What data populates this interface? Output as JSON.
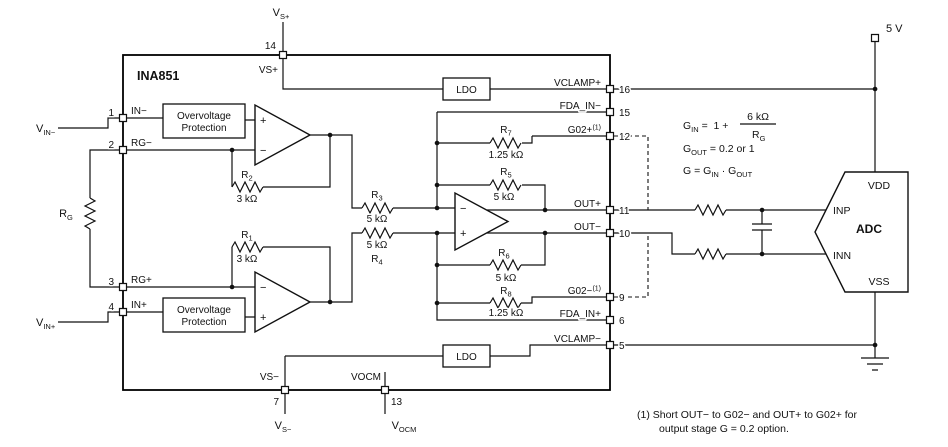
{
  "chip": {
    "name": "INA851",
    "ovp": {
      "line1": "Overvoltage",
      "line2": "Protection"
    },
    "ldo_label": "LDO",
    "signs": {
      "plus": "+",
      "minus": "−"
    },
    "resistors": {
      "r1": {
        "prefix": "R",
        "sub": "1",
        "value": "3 kΩ"
      },
      "r2": {
        "prefix": "R",
        "sub": "2",
        "value": "3 kΩ"
      },
      "r3": {
        "prefix": "R",
        "sub": "3",
        "value": "5 kΩ"
      },
      "r4": {
        "prefix": "R",
        "sub": "4",
        "value": "5 kΩ"
      },
      "r5": {
        "prefix": "R",
        "sub": "5",
        "value": "5 kΩ"
      },
      "r6": {
        "prefix": "R",
        "sub": "6",
        "value": "5 kΩ"
      },
      "r7": {
        "prefix": "R",
        "sub": "7",
        "value": "1.25 kΩ"
      },
      "r8": {
        "prefix": "R",
        "sub": "8",
        "value": "1.25 kΩ"
      }
    }
  },
  "pins": {
    "p1": {
      "num": "1",
      "name": "IN−"
    },
    "p2": {
      "num": "2",
      "name": "RG−"
    },
    "p3": {
      "num": "3",
      "name": "RG+"
    },
    "p4": {
      "num": "4",
      "name": "IN+"
    },
    "p5": {
      "num": "5",
      "name": "VCLAMP−"
    },
    "p6": {
      "num": "6",
      "name": "FDA_IN+"
    },
    "p7": {
      "num": "7",
      "name": "VS−"
    },
    "p9": {
      "num": "9",
      "name": "G02−",
      "sup": "(1)"
    },
    "p10": {
      "num": "10",
      "name": "OUT−"
    },
    "p11": {
      "num": "11",
      "name": "OUT+"
    },
    "p12": {
      "num": "12",
      "name": "G02+",
      "sup": "(1)"
    },
    "p13": {
      "num": "13",
      "name": "VOCM"
    },
    "p14": {
      "num": "14",
      "name": "VS+"
    },
    "p15": {
      "num": "15",
      "name": "FDA_IN−"
    },
    "p16": {
      "num": "16",
      "name": "VCLAMP+"
    }
  },
  "external": {
    "vin_minus": {
      "main": "V",
      "sub": "IN−"
    },
    "vin_plus": {
      "main": "V",
      "sub": "IN+"
    },
    "rg": {
      "main": "R",
      "sub": "G"
    },
    "vs_plus": {
      "main": "V",
      "sub": "S+"
    },
    "vs_minus": {
      "main": "V",
      "sub": "S−"
    },
    "vocm": {
      "main": "V",
      "sub": "OCM"
    },
    "supply": "5 V"
  },
  "adc": {
    "label": "ADC",
    "vdd": "VDD",
    "inp": "INP",
    "inn": "INN",
    "vss": "VSS"
  },
  "equations": {
    "gin": {
      "main": "G",
      "sub": "IN",
      "rest": " =  1 +"
    },
    "frac": {
      "num": "6 kΩ",
      "den_main": "R",
      "den_sub": "G"
    },
    "gout": {
      "main": "G",
      "sub": "OUT",
      "rest": " = 0.2 or 1"
    },
    "g": {
      "p1": "G = G",
      "s1": "IN",
      "p2": " · G",
      "s2": "OUT"
    }
  },
  "footnote": {
    "line1": "(1) Short OUT− to G02− and OUT+ to G02+ for",
    "line2": "output stage G = 0.2 option."
  }
}
